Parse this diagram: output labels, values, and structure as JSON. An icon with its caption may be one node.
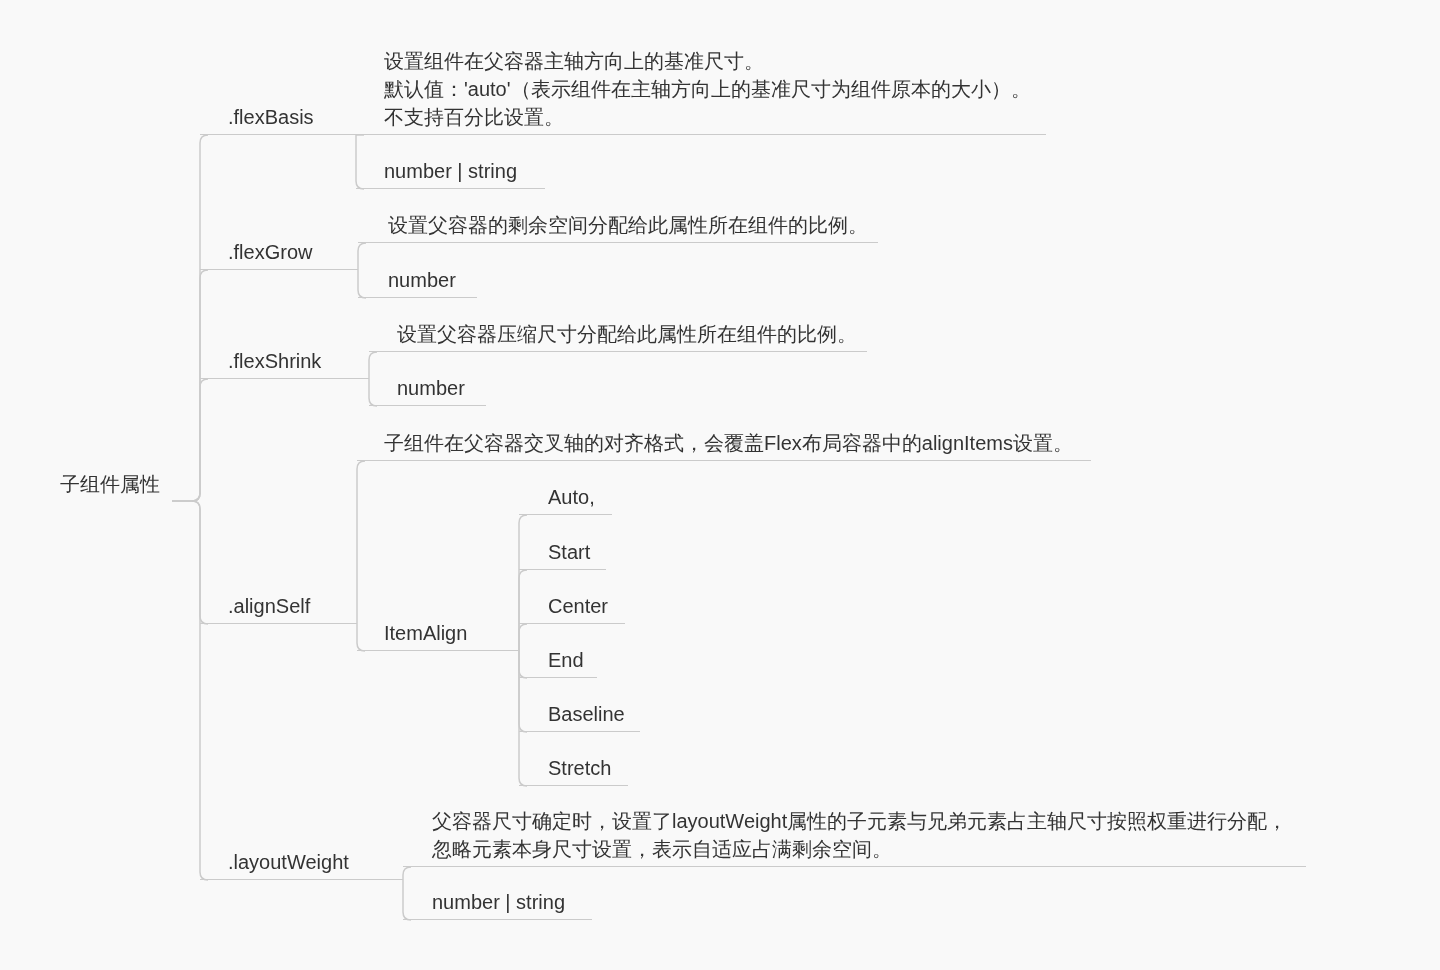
{
  "diagram": {
    "nodes": [
      {
        "text": [
          "子组件属性"
        ]
      },
      {
        "text": [
          ".flexBasis"
        ]
      },
      {
        "text": [
          "设置组件在父容器主轴方向上的基准尺寸。",
          "默认值：'auto'（表示组件在主轴方向上的基准尺寸为组件原本的大小）。",
          "不支持百分比设置。"
        ]
      },
      {
        "text": [
          "number | string"
        ]
      },
      {
        "text": [
          ".flexGrow"
        ]
      },
      {
        "text": [
          "设置父容器的剩余空间分配给此属性所在组件的比例。"
        ]
      },
      {
        "text": [
          "number"
        ]
      },
      {
        "text": [
          ".flexShrink"
        ]
      },
      {
        "text": [
          "设置父容器压缩尺寸分配给此属性所在组件的比例。"
        ]
      },
      {
        "text": [
          "number"
        ]
      },
      {
        "text": [
          ".alignSelf"
        ]
      },
      {
        "text": [
          "子组件在父容器交叉轴的对齐格式，会覆盖Flex布局容器中的alignItems设置。"
        ]
      },
      {
        "text": [
          "ItemAlign"
        ]
      },
      {
        "text": [
          "Auto,"
        ]
      },
      {
        "text": [
          "Start"
        ]
      },
      {
        "text": [
          "Center"
        ]
      },
      {
        "text": [
          "End"
        ]
      },
      {
        "text": [
          "Baseline"
        ]
      },
      {
        "text": [
          "Stretch"
        ]
      },
      {
        "text": [
          ".layoutWeight"
        ]
      },
      {
        "text": [
          "父容器尺寸确定时，设置了layoutWeight属性的子元素与兄弟元素占主轴尺寸按照权重进行分配，忽略元素本身尺寸设置，表示自适应占满剩余空间。"
        ]
      },
      {
        "text": [
          "number | string"
        ]
      }
    ],
    "edges": [
      {
        "from": 0,
        "to": 1,
        "arrow": "none"
      },
      {
        "from": 0,
        "to": 4,
        "arrow": "none"
      },
      {
        "from": 0,
        "to": 7,
        "arrow": "none"
      },
      {
        "from": 0,
        "to": 10,
        "arrow": "none"
      },
      {
        "from": 0,
        "to": 19,
        "arrow": "none"
      },
      {
        "from": 1,
        "to": 2,
        "arrow": "none"
      },
      {
        "from": 1,
        "to": 3,
        "arrow": "none"
      },
      {
        "from": 4,
        "to": 5,
        "arrow": "none"
      },
      {
        "from": 4,
        "to": 6,
        "arrow": "none"
      },
      {
        "from": 7,
        "to": 8,
        "arrow": "none"
      },
      {
        "from": 7,
        "to": 9,
        "arrow": "none"
      },
      {
        "from": 10,
        "to": 11,
        "arrow": "none"
      },
      {
        "from": 10,
        "to": 12,
        "arrow": "none"
      },
      {
        "from": 12,
        "to": 13,
        "arrow": "none"
      },
      {
        "from": 12,
        "to": 14,
        "arrow": "none"
      },
      {
        "from": 12,
        "to": 15,
        "arrow": "none"
      },
      {
        "from": 12,
        "to": 16,
        "arrow": "none"
      },
      {
        "from": 12,
        "to": 17,
        "arrow": "none"
      },
      {
        "from": 12,
        "to": 18,
        "arrow": "none"
      },
      {
        "from": 19,
        "to": 20,
        "arrow": "none"
      },
      {
        "from": 19,
        "to": 21,
        "arrow": "none"
      }
    ]
  }
}
